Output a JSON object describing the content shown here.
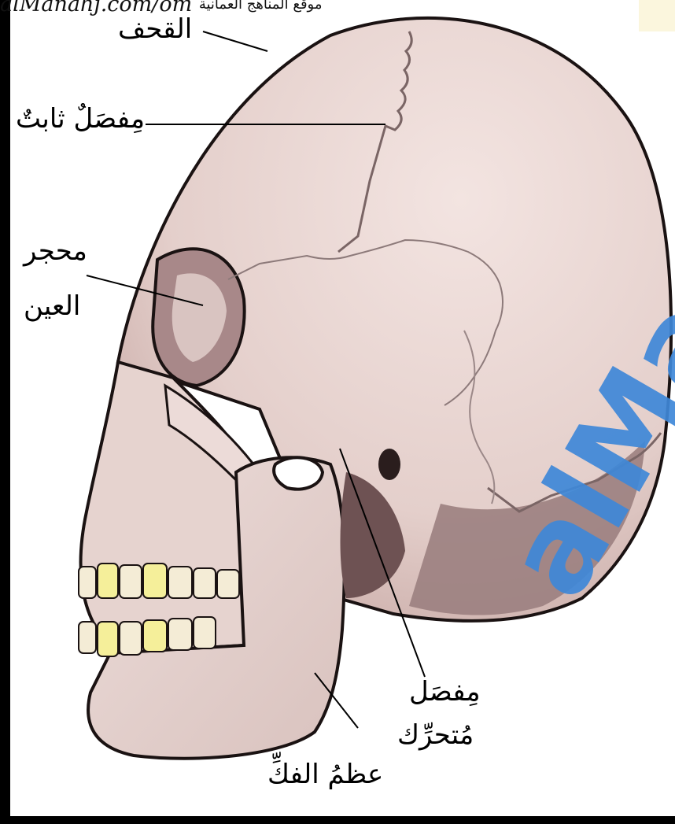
{
  "header": {
    "url_text": "alManahj.com/om",
    "site_text": "موقع المناهج العمانية"
  },
  "labels": {
    "skull": "القحف",
    "fixed_joint": "مِفصَلٌ ثابتٌ",
    "eye_socket_line1": "محجر",
    "eye_socket_line2": "العين",
    "movable_joint_line1": "مِفصَل",
    "movable_joint_line2": "مُتحرِّك",
    "jaw_bone": "عظمُ الفكِّ"
  },
  "watermark": "alManahj",
  "colors": {
    "skull_bone": "#e8d6d3",
    "shadow": "#8a6e70",
    "teeth": "#f5ef9a",
    "watermark": "#3f88d8",
    "border": "#000000"
  }
}
